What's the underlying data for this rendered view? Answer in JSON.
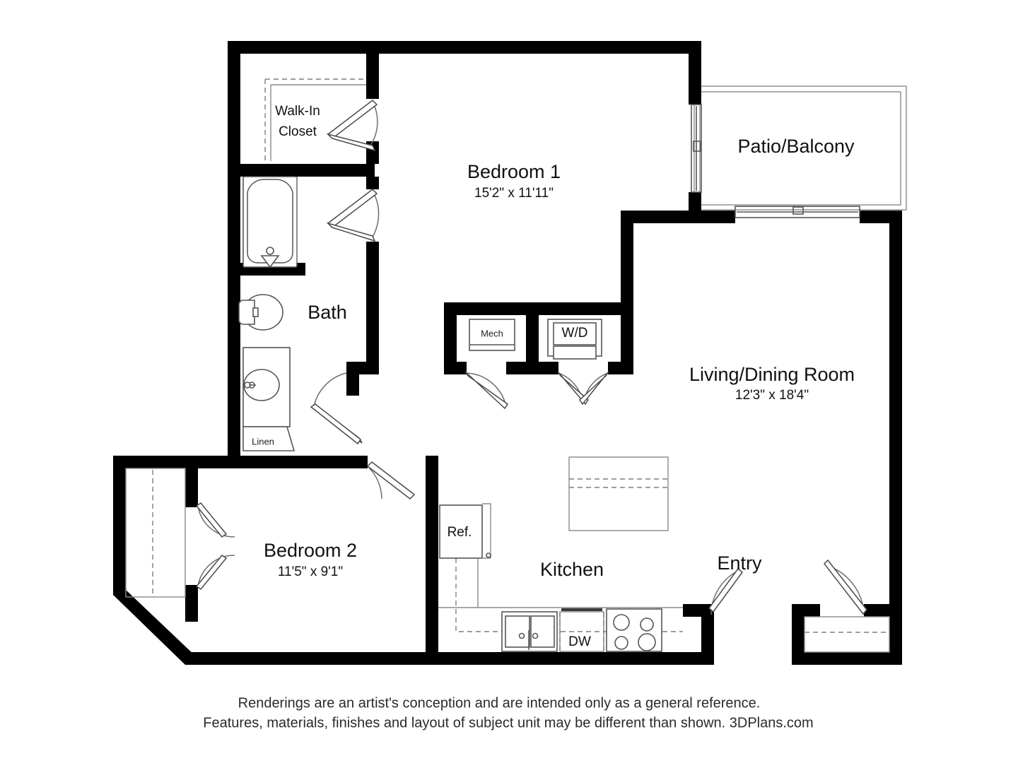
{
  "plan": {
    "type": "apartment-floor-plan",
    "rooms": [
      {
        "key": "bedroom1",
        "label": "Bedroom 1",
        "dimensions": "15'2\" x 11'11\""
      },
      {
        "key": "bedroom2",
        "label": "Bedroom 2",
        "dimensions": "11'5\" x 9'1\""
      },
      {
        "key": "living_dining",
        "label": "Living/Dining Room",
        "dimensions": "12'3\" x 18'4\""
      },
      {
        "key": "bath",
        "label": "Bath",
        "dimensions": ""
      },
      {
        "key": "kitchen",
        "label": "Kitchen",
        "dimensions": ""
      },
      {
        "key": "entry",
        "label": "Entry",
        "dimensions": ""
      },
      {
        "key": "patio",
        "label": "Patio/Balcony",
        "dimensions": ""
      },
      {
        "key": "walkin",
        "label_line1": "Walk-In",
        "label_line2": "Closet",
        "dimensions": ""
      }
    ],
    "fixtures": [
      {
        "key": "mech",
        "label": "Mech"
      },
      {
        "key": "washer_dryer",
        "label": "W/D"
      },
      {
        "key": "linen",
        "label": "Linen"
      },
      {
        "key": "refrigerator",
        "label": "Ref."
      },
      {
        "key": "dishwasher",
        "label": "DW"
      }
    ],
    "colors": {
      "wall": "#000000",
      "background": "#ffffff",
      "thin_line": "#555555",
      "text": "#111111"
    }
  },
  "footer": {
    "line1": "Renderings are an artist's conception and are intended only as a general reference.",
    "line2": "Features, materials, finishes and layout of subject unit may be different than shown. 3DPlans.com"
  }
}
